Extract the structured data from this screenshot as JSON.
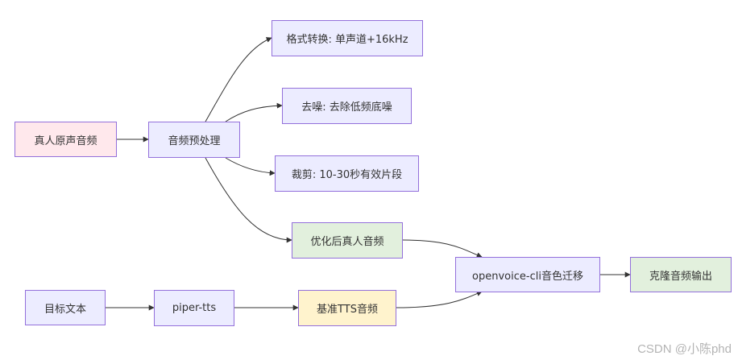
{
  "diagram": {
    "nodes": {
      "source_audio": "真人原声音频",
      "preprocess": "音频预处理",
      "format_convert": "格式转换: 单声道+16kHz",
      "denoise": "去噪: 去除低频底噪",
      "trim": "裁剪: 10-30秒有效片段",
      "optimized_audio": "优化后真人音频",
      "target_text": "目标文本",
      "piper": "piper-tts",
      "base_tts": "基准TTS音频",
      "openvoice": "openvoice-cli音色迁移",
      "clone_output": "克隆音频输出"
    },
    "edges": [
      {
        "from": "source_audio",
        "to": "preprocess"
      },
      {
        "from": "preprocess",
        "to": "format_convert"
      },
      {
        "from": "preprocess",
        "to": "denoise"
      },
      {
        "from": "preprocess",
        "to": "trim"
      },
      {
        "from": "preprocess",
        "to": "optimized_audio"
      },
      {
        "from": "target_text",
        "to": "piper"
      },
      {
        "from": "piper",
        "to": "base_tts"
      },
      {
        "from": "optimized_audio",
        "to": "openvoice"
      },
      {
        "from": "base_tts",
        "to": "openvoice"
      },
      {
        "from": "openvoice",
        "to": "clone_output"
      }
    ],
    "colors": {
      "default_fill": "#ECECFF",
      "default_border": "#9370DB",
      "source_fill": "#FFE8EC",
      "result_fill": "#E2F0DD",
      "base_fill": "#FFF3CD",
      "edge": "#333333"
    }
  },
  "watermark": "CSDN @小陈phd"
}
